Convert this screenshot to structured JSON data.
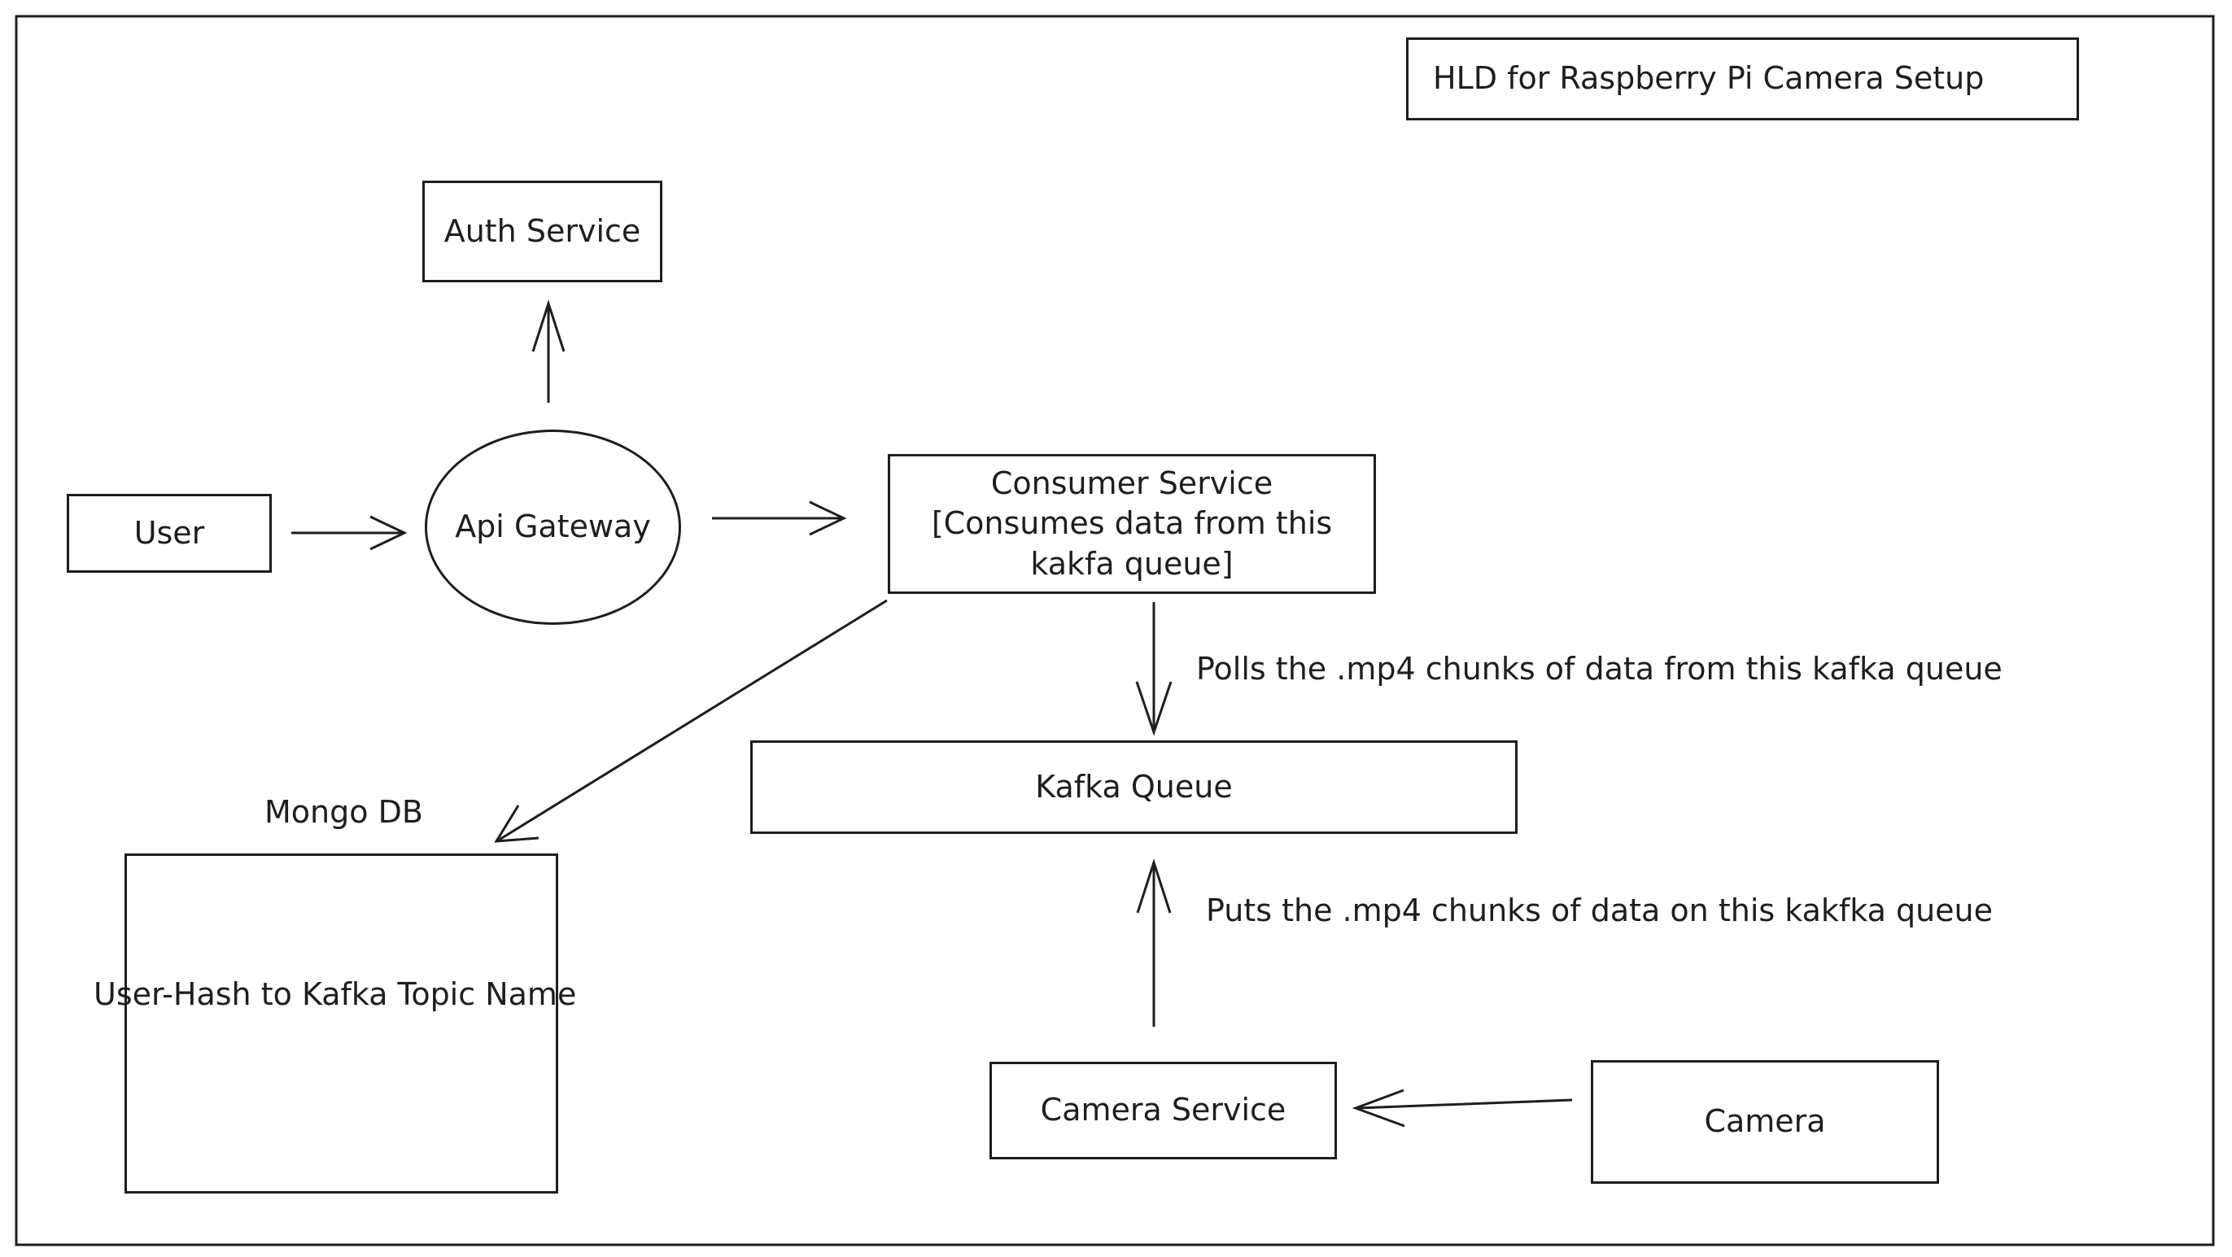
{
  "title": "HLD for Raspberry Pi Camera Setup",
  "nodes": {
    "auth_service": "Auth Service",
    "user": "User",
    "api_gateway": "Api Gateway",
    "consumer_service": "Consumer Service [Consumes data from this kakfa queue]",
    "kafka_queue": "Kafka Queue",
    "mongo_db_label": "Mongo DB",
    "mongo_db_content": "User-Hash to Kafka Topic Name",
    "camera_service": "Camera Service",
    "camera": "Camera"
  },
  "edges": {
    "poll_label": "Polls the .mp4 chunks of data from this kafka queue",
    "put_label": "Puts the .mp4 chunks of data on this kakfka queue"
  }
}
